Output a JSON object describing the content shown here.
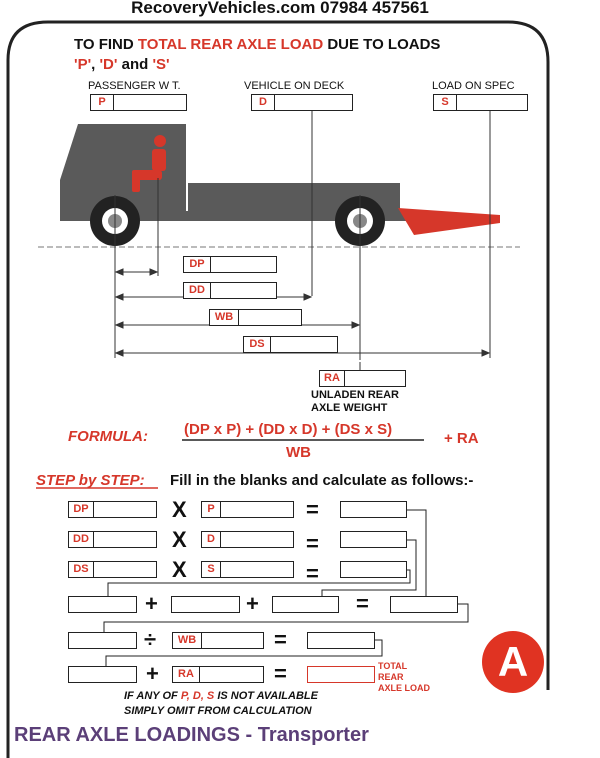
{
  "header": {
    "site": "RecoveryVehicles.com 07984 457561"
  },
  "title": {
    "l1a": "TO FIND ",
    "l1b": "TOTAL REAR AXLE LOAD",
    "l1c": "  DUE TO LOADS",
    "l2a": "'P'",
    "l2b": ", ",
    "l2c": "'D'",
    "l2d": " and ",
    "l2e": "'S'"
  },
  "loads": {
    "passenger_label": "PASSENGER W T.",
    "passenger_box": "P",
    "vehicle_label": "VEHICLE ON DECK",
    "vehicle_box": "D",
    "spec_label": "LOAD ON SPEC",
    "spec_box": "S"
  },
  "dims": {
    "dp": "DP",
    "dd": "DD",
    "wb": "WB",
    "ds": "DS",
    "ra": "RA",
    "ra_caption1": "UNLADEN REAR",
    "ra_caption2": "AXLE WEIGHT"
  },
  "formula": {
    "label": "FORMULA:",
    "numerator": "(DP x P) + (DD x D) + (DS x S)",
    "denominator": "WB",
    "plus": "+ RA"
  },
  "steps": {
    "label": "STEP by STEP:",
    "instruction": "Fill in the blanks and calculate as follows:-",
    "r1a": "DP",
    "r1b": "P",
    "r2a": "DD",
    "r2b": "D",
    "r3a": "DS",
    "r3b": "S",
    "times": "X",
    "equals": "=",
    "plus": "+",
    "divide": "÷",
    "wb": "WB",
    "ra": "RA",
    "total1": "TOTAL",
    "total2": "REAR",
    "total3": "AXLE LOAD"
  },
  "note": {
    "l1a": "IF ANY OF ",
    "l1b": "P, D, S",
    "l1c": " IS NOT AVAILABLE",
    "l2": "SIMPLY OMIT FROM CALCULATION"
  },
  "badge": {
    "letter": "A"
  },
  "footer": {
    "title": "REAR AXLE LOADINGS - Transporter"
  },
  "colors": {
    "accent": "#d6372a",
    "truck": "#5a5a5a",
    "footer": "#5b3f78"
  }
}
